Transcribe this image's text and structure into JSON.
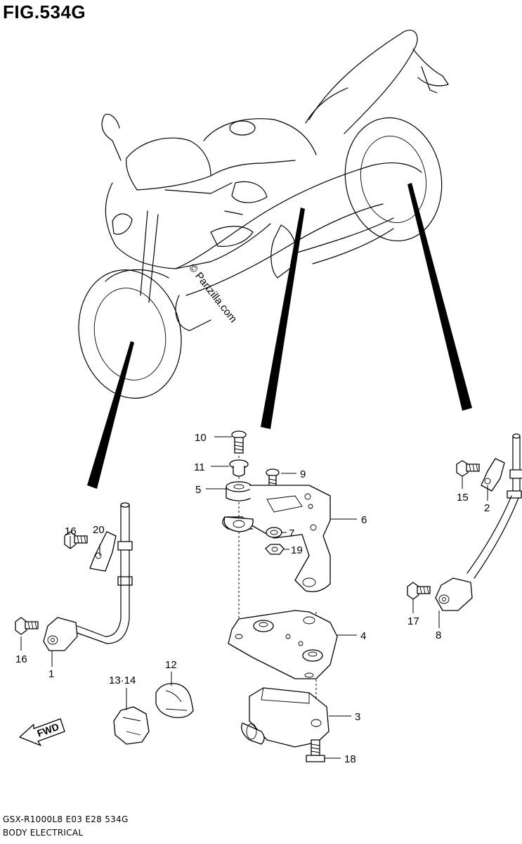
{
  "figure": {
    "title": "FIG.534G",
    "model_code": "GSX-R1000L8  E03  E28  534G",
    "section_name": "BODY ELECTRICAL"
  },
  "watermark": "© Partzilla.com",
  "fwd_label": "FWD",
  "callouts": {
    "c1": "1",
    "c2": "2",
    "c3": "3",
    "c4": "4",
    "c5": "5",
    "c6": "6",
    "c7": "7",
    "c8": "8",
    "c9": "9",
    "c10": "10",
    "c11": "11",
    "c12": "12",
    "c13_14": "13·14",
    "c15": "15",
    "c16a": "16",
    "c16b": "16",
    "c17": "17",
    "c18": "18",
    "c19": "19",
    "c20": "20"
  }
}
